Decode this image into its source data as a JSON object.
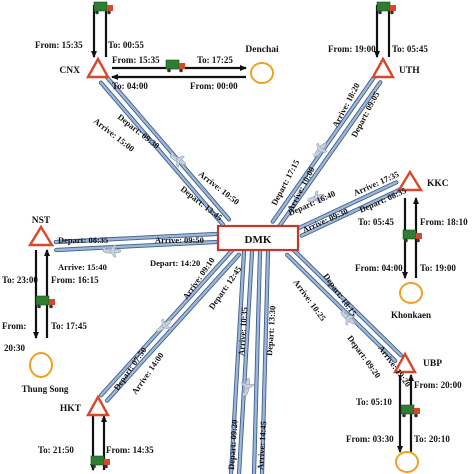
{
  "hub": {
    "label": "DMK",
    "fill": "#ffffff",
    "stroke": "#c0392b"
  },
  "colors": {
    "route_line": "#9fb6d6",
    "route_edge": "#3d5f8f",
    "triangle_stroke": "#d9472b",
    "circle_stroke": "#f0a020",
    "truck_body": "#2e7d32",
    "truck_cab": "#d9472b",
    "truck_wheel": "#333333",
    "plane": "#c9d3df"
  },
  "airports": {
    "cnx": {
      "label": "CNX"
    },
    "uth": {
      "label": "UTH"
    },
    "kkc": {
      "label": "KKC"
    },
    "nst": {
      "label": "NST"
    },
    "hkt": {
      "label": "HKT"
    },
    "ubp": {
      "label": "UBP"
    }
  },
  "towns": {
    "denchai": {
      "label": "Denchai"
    },
    "khonkaen": {
      "label": "Khonkaen"
    },
    "thung_song": {
      "label": "Thung Song"
    }
  },
  "flights": {
    "cnx_depart": "Depart: 09:30",
    "cnx_arrive": "Arrive: 15:00",
    "cnx_hub_arrive": "Arrive: 10:50",
    "cnx_hub_depart": "Depart: 13:45",
    "uth_arrive": "Arrive: 18:20",
    "uth_depart": "Depart: 09:05",
    "uth_hub_depart": "Depart: 17:15",
    "uth_hub_arrive": "Arrive: 10:00",
    "kkc_arrive": "Arrive: 17:35",
    "kkc_depart": "Depart: 08:35",
    "kkc_hub_depart": "Depart: 16:40",
    "kkc_hub_arrive": "Arrive: 09:30",
    "nst_depart": "Depart: 08:35",
    "nst_arrive": "Arrive: 15:40",
    "nst_hub_arrive": "Arrive: 09:50",
    "nst_hub_depart": "Depart: 14:20",
    "hkt_depart": "Depart: 07:50",
    "hkt_arrive": "Arrive: 14:00",
    "hkt_hub_arrive": "Arrive: 09:10",
    "hkt_hub_depart": "Depart: 12:45",
    "ubp_arrive": "Arrive: 19:20",
    "ubp_depart": "Depart: 09:20",
    "ubp_hub_depart": "Depart: 18:15",
    "ubp_hub_arrive": "Arrive: 10:25",
    "south_1": "Arrive: 10:35",
    "south_2": "Depart: 13:30",
    "south_3": "Depart: 09:20",
    "south_4": "Arrive: 14:45"
  },
  "trucks": {
    "cnx_from": "From: 15:35",
    "cnx_to": "To: 00:55",
    "cnx_denchai_from": "From: 15:35",
    "cnx_denchai_to": "To: 04:00",
    "denchai_to": "To: 17:25",
    "denchai_from": "From: 00:00",
    "uth_from": "From: 19:00",
    "uth_to": "To: 05:45",
    "kkc_to": "To: 05:45",
    "kkc_from": "From: 18:10",
    "khonkaen_from": "From: 04:00",
    "khonkaen_to": "To: 19:00",
    "nst_to": "To: 23:00",
    "nst_from": "From: 16:15",
    "thung_song_from": "From:",
    "thung_song_from_time": "20:30",
    "thung_song_to": "To: 17:45",
    "hkt_to": "To: 21:50",
    "hkt_from": "From: 14:35",
    "ubp_to": "To: 05:10",
    "ubp_from": "From: 20:00",
    "ubp_town_from": "From: 03:30",
    "ubp_town_to": "To: 20:10"
  }
}
